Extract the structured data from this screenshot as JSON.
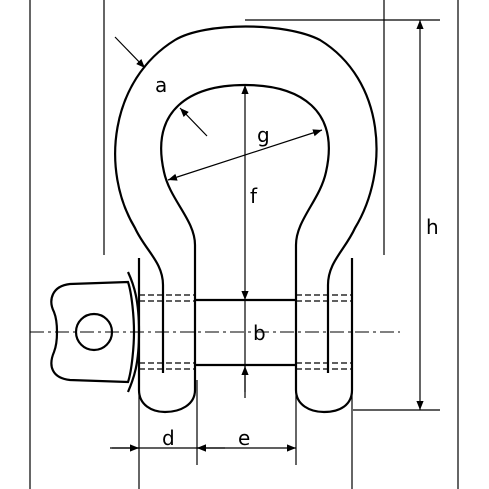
{
  "labels": {
    "a": "a",
    "b": "b",
    "d": "d",
    "e": "e",
    "f": "f",
    "g": "g",
    "h": "h"
  }
}
